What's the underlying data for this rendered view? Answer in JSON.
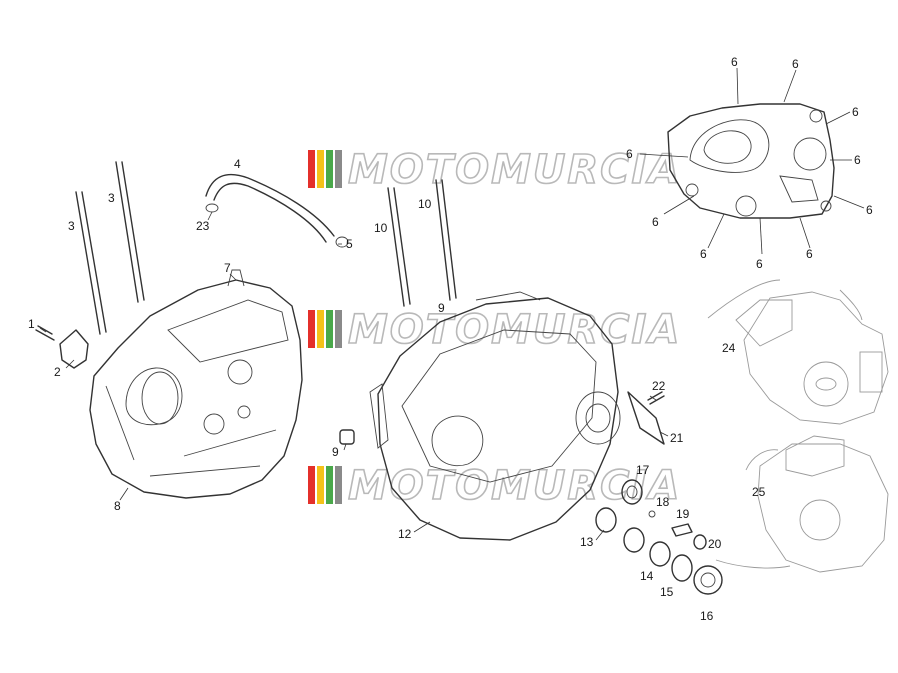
{
  "watermark": {
    "text": "MOTOMURCIA",
    "stripe_colors": [
      "#e4302b",
      "#f4c21a",
      "#49a84a",
      "#8a8a8a"
    ]
  },
  "callouts": [
    {
      "id": "c-6a",
      "label": "6"
    },
    {
      "id": "c-6b",
      "label": "6"
    },
    {
      "id": "c-6c",
      "label": "6"
    },
    {
      "id": "c-6d",
      "label": "6"
    },
    {
      "id": "c-6e",
      "label": "6"
    },
    {
      "id": "c-6f",
      "label": "6"
    },
    {
      "id": "c-6g",
      "label": "6"
    },
    {
      "id": "c-6h",
      "label": "6"
    },
    {
      "id": "c-6i",
      "label": "6"
    },
    {
      "id": "c-6j",
      "label": "6"
    },
    {
      "id": "c-6k",
      "label": "6"
    },
    {
      "id": "c-4",
      "label": "4"
    },
    {
      "id": "c-3a",
      "label": "3"
    },
    {
      "id": "c-3b",
      "label": "3"
    },
    {
      "id": "c-23",
      "label": "23"
    },
    {
      "id": "c-5",
      "label": "5"
    },
    {
      "id": "c-7",
      "label": "7"
    },
    {
      "id": "c-1",
      "label": "1"
    },
    {
      "id": "c-2",
      "label": "2"
    },
    {
      "id": "c-8",
      "label": "8"
    },
    {
      "id": "c-10a",
      "label": "10"
    },
    {
      "id": "c-10b",
      "label": "10"
    },
    {
      "id": "c-9a",
      "label": "9"
    },
    {
      "id": "c-9b",
      "label": "9"
    },
    {
      "id": "c-22",
      "label": "22"
    },
    {
      "id": "c-21",
      "label": "21"
    },
    {
      "id": "c-17",
      "label": "17"
    },
    {
      "id": "c-18",
      "label": "18"
    },
    {
      "id": "c-19",
      "label": "19"
    },
    {
      "id": "c-20",
      "label": "20"
    },
    {
      "id": "c-13",
      "label": "13"
    },
    {
      "id": "c-14",
      "label": "14"
    },
    {
      "id": "c-15",
      "label": "15"
    },
    {
      "id": "c-16",
      "label": "16"
    },
    {
      "id": "c-12",
      "label": "12"
    },
    {
      "id": "c-24",
      "label": "24"
    },
    {
      "id": "c-25",
      "label": "25"
    }
  ]
}
